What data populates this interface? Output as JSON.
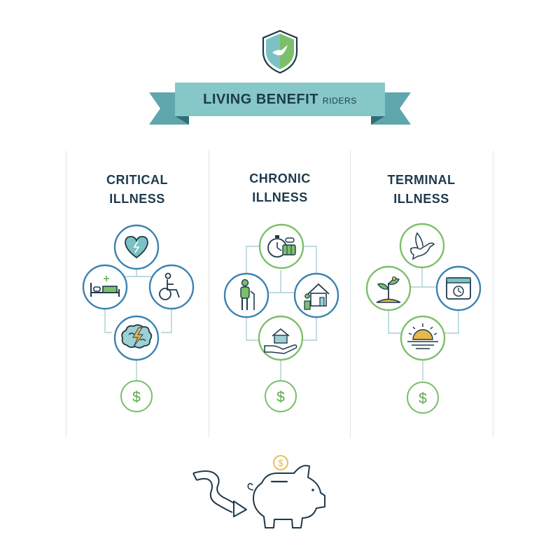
{
  "banner": {
    "title": "LIVING BENEFIT",
    "subtitle": "RIDERS"
  },
  "columns": [
    {
      "title_line1": "CRITICAL",
      "title_line2": "ILLNESS",
      "icons": [
        "heart-icon",
        "hospital-bed-icon",
        "wheelchair-icon",
        "brain-icon",
        "dollar-icon"
      ]
    },
    {
      "title_line1": "CHRONIC",
      "title_line2": "ILLNESS",
      "icons": [
        "stopwatch-pills-icon",
        "elderly-person-icon",
        "home-care-icon",
        "hand-house-icon",
        "dollar-icon"
      ]
    },
    {
      "title_line1": "TERMINAL",
      "title_line2": "ILLNESS",
      "icons": [
        "dove-icon",
        "sprout-icon",
        "calendar-clock-icon",
        "sunset-icon",
        "dollar-icon"
      ]
    }
  ],
  "footer": {
    "icons": [
      "curved-arrow-icon",
      "coin-icon",
      "piggy-bank-icon"
    ]
  },
  "colors": {
    "navy": "#1d3a4c",
    "teal": "#7cc2c4",
    "teal_dark": "#4d8f98",
    "blue": "#3a82b0",
    "green": "#7cbf6b",
    "gold": "#e8b84a"
  }
}
